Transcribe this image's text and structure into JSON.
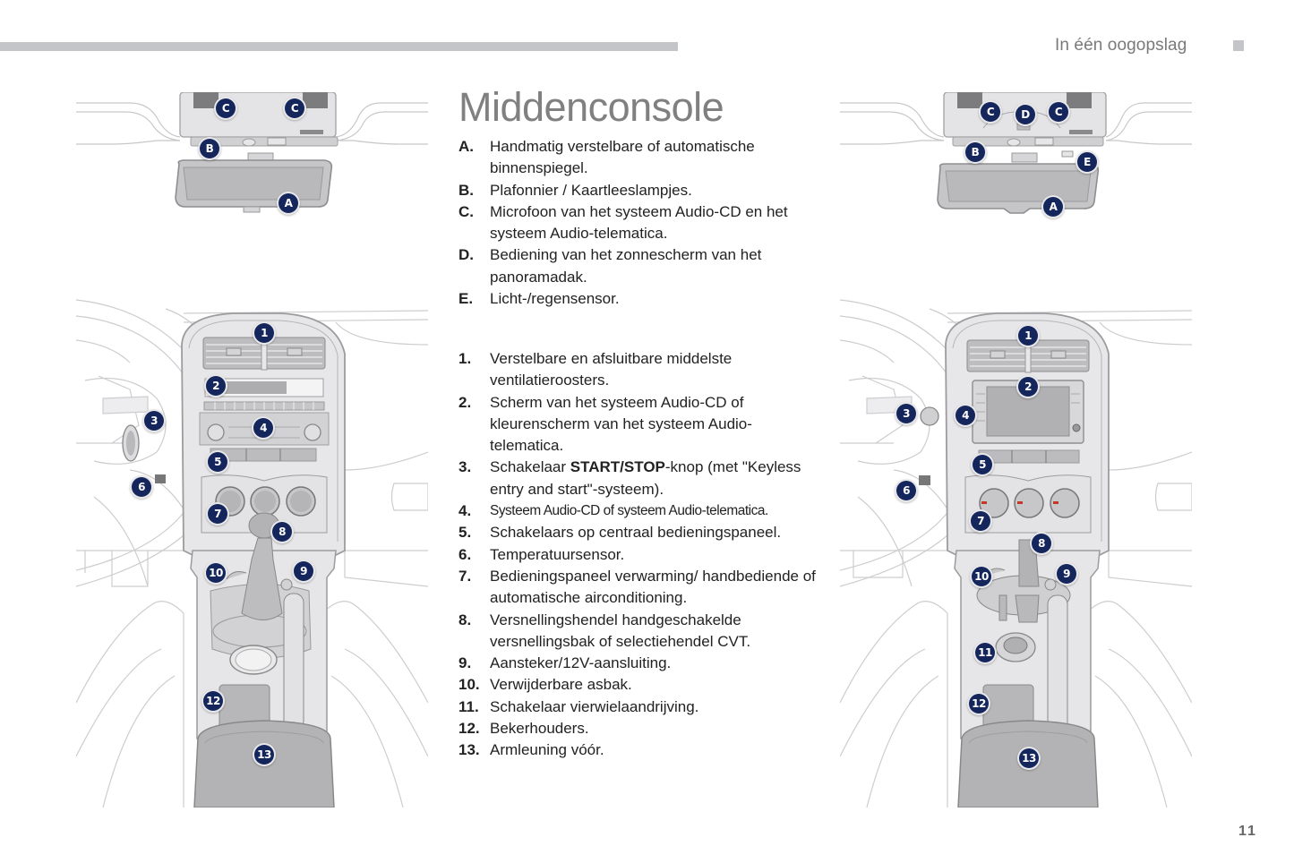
{
  "header": {
    "section_title": "In één oogopslag",
    "page_number": "11"
  },
  "colors": {
    "header_bar": "#c4c5c9",
    "title_gray": "#808080",
    "badge_navy": "#14265c",
    "drawing_fill": "#e6e6e8",
    "drawing_dark": "#a9a9ab"
  },
  "main": {
    "title": "Middenconsole",
    "letter_items": [
      {
        "key": "A.",
        "text": "Handmatig verstelbare of automatische binnenspiegel."
      },
      {
        "key": "B.",
        "text": "Plafonnier / Kaartleeslampjes."
      },
      {
        "key": "C.",
        "text": "Microfoon van het systeem Audio-CD en het systeem Audio-telematica."
      },
      {
        "key": "D.",
        "text": "Bediening van het zonnescherm van het panoramadak."
      },
      {
        "key": "E.",
        "text": "Licht-/regensensor."
      }
    ],
    "number_items": [
      {
        "key": "1.",
        "text": "Verstelbare en afsluitbare middelste ventilatieroosters."
      },
      {
        "key": "2.",
        "text": "Scherm van het systeem Audio-CD of kleurenscherm van het systeem Audio-telematica."
      },
      {
        "key": "3.",
        "text_before": "Schakelaar ",
        "text_bold": "START/STOP",
        "text_after": "-knop (met \"Keyless entry and start\"-systeem)."
      },
      {
        "key": "4.",
        "text": "Systeem Audio-CD of systeem Audio-telematica."
      },
      {
        "key": "5.",
        "text": "Schakelaars op centraal bedieningspaneel."
      },
      {
        "key": "6.",
        "text": "Temperatuursensor."
      },
      {
        "key": "7.",
        "text": "Bedieningspaneel verwarming/ handbediende of automatische airconditioning."
      },
      {
        "key": "8.",
        "text": "Versnellingshendel handgeschakelde versnellingsbak of selectiehendel CVT."
      },
      {
        "key": "9.",
        "text": "Aansteker/12V-aansluiting."
      },
      {
        "key": "10.",
        "text": "Verwijderbare asbak."
      },
      {
        "key": "11.",
        "text": "Schakelaar vierwielaandrijving."
      },
      {
        "key": "12.",
        "text": "Bekerhouders."
      },
      {
        "key": "13.",
        "text": "Armleuning vóór."
      }
    ]
  },
  "illustrations": {
    "mirror_left": {
      "badges": [
        "C",
        "C",
        "B",
        "A"
      ]
    },
    "mirror_right": {
      "badges": [
        "C",
        "D",
        "C",
        "B",
        "E",
        "A"
      ]
    },
    "console_left": {
      "badges": [
        "1",
        "2",
        "3",
        "4",
        "5",
        "6",
        "7",
        "8",
        "9",
        "10",
        "12",
        "13"
      ]
    },
    "console_right": {
      "badges": [
        "1",
        "2",
        "3",
        "4",
        "5",
        "6",
        "7",
        "8",
        "9",
        "10",
        "11",
        "12",
        "13"
      ]
    }
  }
}
